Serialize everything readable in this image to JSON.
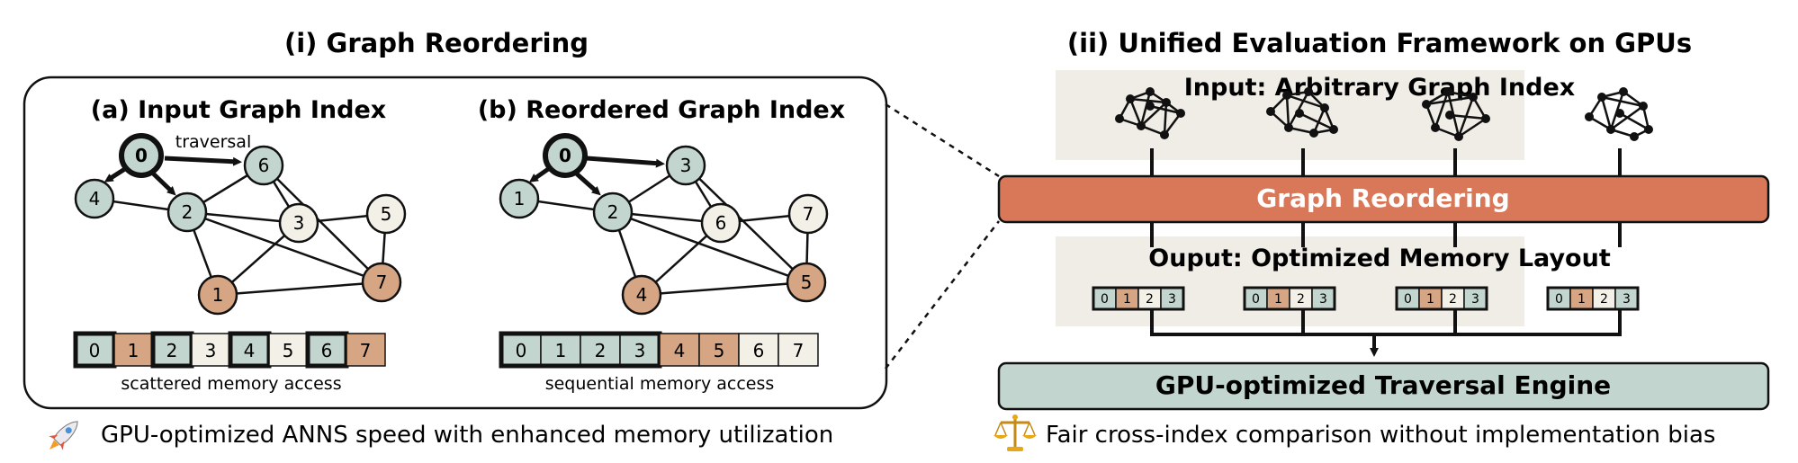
{
  "left": {
    "title": "(i) Graph Reordering",
    "input_graph": {
      "title": "(a) Input Graph Index",
      "traversal_label": "traversal",
      "memory_cells": [
        "0",
        "1",
        "2",
        "3",
        "4",
        "5",
        "6",
        "7"
      ],
      "caption": "scattered memory access"
    },
    "reordered_graph": {
      "title": "(b) Reordered Graph Index",
      "memory_cells": [
        "0",
        "1",
        "2",
        "3",
        "4",
        "5",
        "6",
        "7"
      ],
      "caption": "sequential memory access"
    },
    "footer": "GPU-optimized ANNS speed with enhanced memory utilization",
    "footer_icon": "rocket-icon"
  },
  "right": {
    "title": "(ii) Unified Evaluation Framework on GPUs",
    "input_label": "Input: Arbitrary Graph Index",
    "reorder_label": "Graph Reordering",
    "output_label": "Ouput: Optimized Memory Layout",
    "memory_cells": [
      "0",
      "1",
      "2",
      "3"
    ],
    "engine_label": "GPU-optimized Traversal Engine",
    "footer": "Fair cross-index comparison without implementation bias",
    "footer_icon": "scales-icon"
  },
  "graph_a_nodes": [
    "0",
    "4",
    "2",
    "6",
    "3",
    "5",
    "1",
    "7"
  ],
  "graph_b_nodes": [
    "0",
    "1",
    "2",
    "3",
    "6",
    "7",
    "4",
    "5"
  ],
  "colors": {
    "teal": "#c2d5cf",
    "tan": "#d6a584",
    "cream": "#f3f0e8",
    "orange": "#d97858",
    "panel": "#efede6"
  }
}
